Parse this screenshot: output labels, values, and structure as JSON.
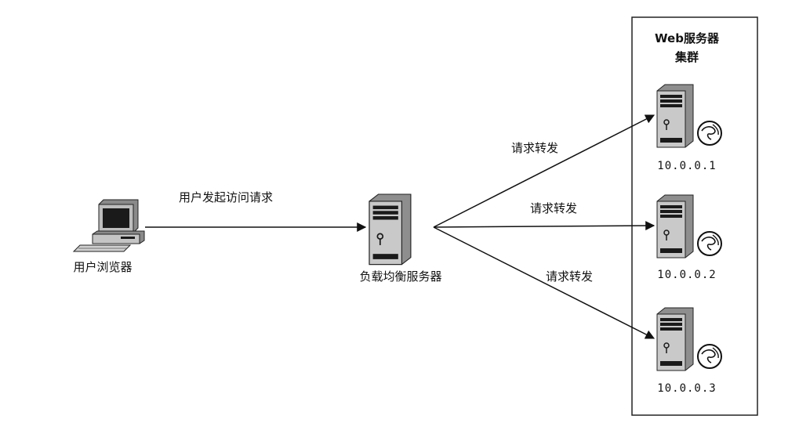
{
  "nodes": {
    "browser": {
      "label": "用户浏览器"
    },
    "load_balancer": {
      "label": "负载均衡服务器"
    },
    "cluster": {
      "title_line1": "Web服务器",
      "title_line2": "集群",
      "servers": [
        {
          "ip": "10.0.0.1"
        },
        {
          "ip": "10.0.0.2"
        },
        {
          "ip": "10.0.0.3"
        }
      ]
    }
  },
  "edges": {
    "user_request": "用户发起访问请求",
    "forward": [
      "请求转发",
      "请求转发",
      "请求转发"
    ]
  },
  "colors": {
    "line": "#111111",
    "server_body": "#b8b8b8",
    "server_dark": "#1a1a1a",
    "globe": "#ffffff"
  }
}
